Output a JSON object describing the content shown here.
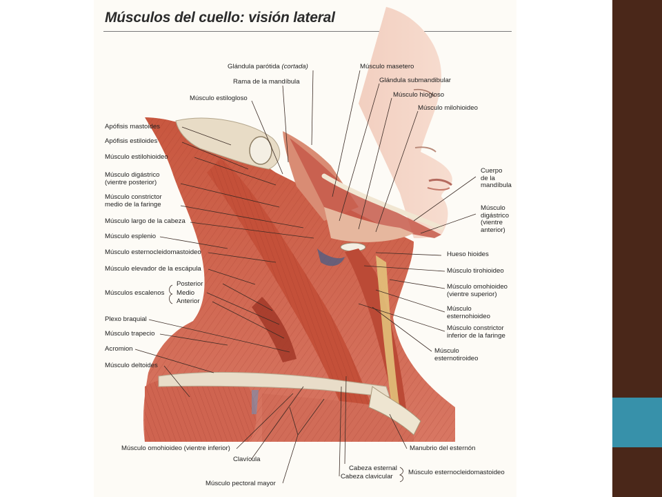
{
  "title": "Músculos del cuello: visión lateral",
  "colors": {
    "bar_dark": "#4a2719",
    "bar_accent": "#3791aa"
  },
  "labels": {
    "parotida": "Glándula parótida",
    "parotida_note": "(cortada)",
    "rama": "Rama de la mandíbula",
    "estilogloso": "Músculo estilogloso",
    "masetero": "Músculo masetero",
    "submandibular": "Glándula submandibular",
    "hiogloso": "Músculo hiogloso",
    "milohioideo": "Músculo milohioideo",
    "mastoides": "Apófisis mastoides",
    "estiloides": "Apófisis estiloides",
    "estilohioideo": "Músculo estilohioideo",
    "digastrico_post_1": "Músculo digástrico",
    "digastrico_post_2": "(vientre posterior)",
    "constrictor_medio_1": "Músculo constrictor",
    "constrictor_medio_2": "medio de la faringe",
    "largo_cabeza": "Músculo largo de la cabeza",
    "esplenio": "Músculo esplenio",
    "ecm": "Músculo esternocleidomastoideo",
    "elevador": "Músculo elevador de la escápula",
    "escalenos": "Músculos escalenos",
    "posterior": "Posterior",
    "medio": "Medio",
    "anterior": "Anterior",
    "plexo": "Plexo braquial",
    "trapecio": "Músculo trapecio",
    "acromion": "Acromion",
    "deltoides": "Músculo deltoides",
    "cuerpo_1": "Cuerpo",
    "cuerpo_2": "de la",
    "cuerpo_3": "mandíbula",
    "dig_ant_1": "Músculo",
    "dig_ant_2": "digástrico",
    "dig_ant_3": "(vientre",
    "dig_ant_4": "anterior)",
    "hioides": "Hueso hioides",
    "tirohioideo": "Músculo tirohioideo",
    "omohioideo_sup_1": "Músculo omohioideo",
    "omohioideo_sup_2": "(vientre superior)",
    "esternohioideo_1": "Músculo",
    "esternohioideo_2": "esternohioideo",
    "constrictor_inf_1": "Músculo constrictor",
    "constrictor_inf_2": "inferior de la faringe",
    "esternotiroideo_1": "Músculo",
    "esternotiroideo_2": "esternotiroideo",
    "omohioideo_inf": "Músculo omohioideo (vientre inferior)",
    "clavicula": "Clavícula",
    "pectoral": "Músculo pectoral mayor",
    "manubrio": "Manubrio del esternón",
    "cabeza_esternal": "Cabeza esternal",
    "cabeza_clavicular": "Cabeza clavicular",
    "ecm_bottom": "Músculo esternocleidomastoideo"
  }
}
